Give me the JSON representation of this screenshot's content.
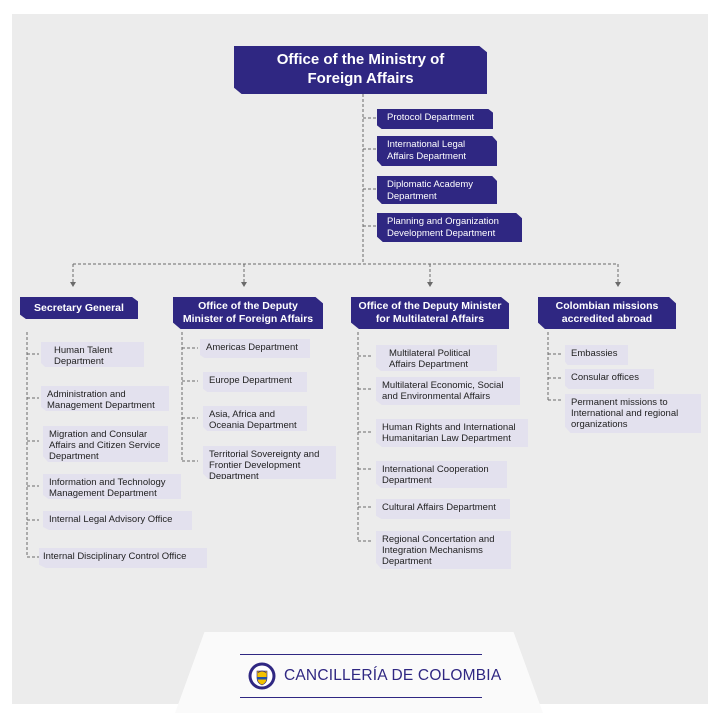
{
  "main": {
    "line1": "Office of the Ministry of",
    "line2": "Foreign Affairs"
  },
  "direct_units": [
    [
      "Protocol Department"
    ],
    [
      "International Legal",
      "Affairs Department"
    ],
    [
      "Diplomatic Academy",
      "Department"
    ],
    [
      "Planning and Organization",
      "Development Department"
    ]
  ],
  "branches": {
    "secretary": {
      "title": [
        "Secretary General"
      ],
      "items": [
        [
          "Human Talent",
          "Department"
        ],
        [
          "Administration and",
          "Management Department"
        ],
        [
          "Migration and Consular",
          "Affairs and Citizen Service",
          "Department"
        ],
        [
          "Information and Technology",
          "Management Department"
        ],
        [
          "Internal Legal Advisory Office"
        ],
        [
          "Internal Disciplinary Control Office"
        ]
      ]
    },
    "deputy_foreign": {
      "title": [
        "Office of the Deputy",
        "Minister of Foreign Affairs"
      ],
      "items": [
        [
          "Americas Department"
        ],
        [
          "Europe Department"
        ],
        [
          "Asia, Africa and",
          "Oceania Department"
        ],
        [
          "Territorial Sovereignty and",
          "Frontier Development",
          "Department"
        ]
      ]
    },
    "deputy_multilateral": {
      "title": [
        "Office of the Deputy Minister",
        "for Multilateral Affairs"
      ],
      "items": [
        [
          "Multilateral Political",
          "Affairs Department"
        ],
        [
          "Multilateral Economic, Social",
          "and Environmental Affairs"
        ],
        [
          "Human Rights and International",
          "Humanitarian Law Department"
        ],
        [
          "International Cooperation",
          "Department"
        ],
        [
          "Cultural Affairs Department"
        ],
        [
          "Regional Concertation and",
          "Integration Mechanisms",
          "Department"
        ]
      ]
    },
    "missions": {
      "title": [
        "Colombian missions",
        "accredited abroad"
      ],
      "items": [
        [
          "Embassies"
        ],
        [
          "Consular offices"
        ],
        [
          "Permanent missions to",
          "International and regional",
          "organizations"
        ]
      ]
    }
  },
  "footer": {
    "brand": "CANCILLERÍA DE COLOMBIA"
  },
  "colors": {
    "primary": "#2f2782",
    "item_bg": "#e3e1ee",
    "connector": "#6a6a6a",
    "canvas": "#ececec"
  },
  "icons": {
    "seal": "coat-of-arms-seal-icon"
  }
}
